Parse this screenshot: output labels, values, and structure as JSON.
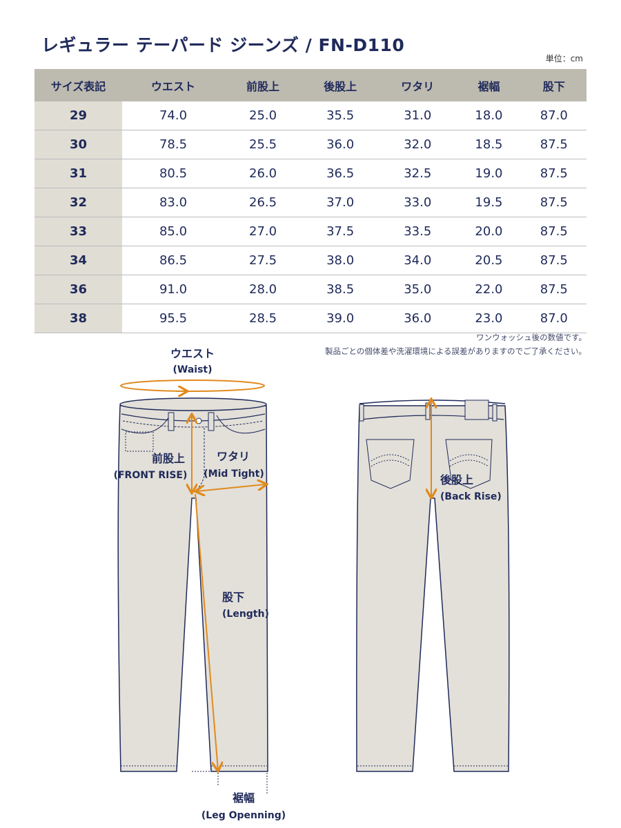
{
  "title": "レギュラー テーパード ジーンズ / FN-D110",
  "unit": "単位：cm",
  "table": {
    "headers": [
      "サイズ表記",
      "ウエスト",
      "前股上",
      "後股上",
      "ワタリ",
      "裾幅",
      "股下"
    ],
    "rows": [
      [
        "29",
        "74.0",
        "25.0",
        "35.5",
        "31.0",
        "18.0",
        "87.0"
      ],
      [
        "30",
        "78.5",
        "25.5",
        "36.0",
        "32.0",
        "18.5",
        "87.5"
      ],
      [
        "31",
        "80.5",
        "26.0",
        "36.5",
        "32.5",
        "19.0",
        "87.5"
      ],
      [
        "32",
        "83.0",
        "26.5",
        "37.0",
        "33.0",
        "19.5",
        "87.5"
      ],
      [
        "33",
        "85.0",
        "27.0",
        "37.5",
        "33.5",
        "20.0",
        "87.5"
      ],
      [
        "34",
        "86.5",
        "27.5",
        "38.0",
        "34.0",
        "20.5",
        "87.5"
      ],
      [
        "36",
        "91.0",
        "28.0",
        "38.5",
        "35.0",
        "22.0",
        "87.5"
      ],
      [
        "38",
        "95.5",
        "28.5",
        "39.0",
        "36.0",
        "23.0",
        "87.0"
      ]
    ]
  },
  "notes": [
    "ワンウォッシュ後の数値です。",
    "製品ごとの個体差や洗濯環境による誤差がありますのでご了承ください。"
  ],
  "diagram": {
    "waist": {
      "jp": "ウエスト",
      "en": "(Waist)"
    },
    "front_rise": {
      "jp": "前股上",
      "en": "(FRONT RISE)"
    },
    "mid_tight": {
      "jp": "ワタリ",
      "en": "(Mid Tight)"
    },
    "length": {
      "jp": "股下",
      "en": "(Length)"
    },
    "leg_opening": {
      "jp": "裾幅",
      "en": "(Leg Openning)"
    },
    "back_rise": {
      "jp": "後股上",
      "en": "(Back Rise)"
    }
  },
  "colors": {
    "navy": "#1f2a5a",
    "header_bg": "#bdbab0",
    "size_bg": "#e0ddd5",
    "pants": "#e3e0d9",
    "arrow": "#e08a1e"
  }
}
